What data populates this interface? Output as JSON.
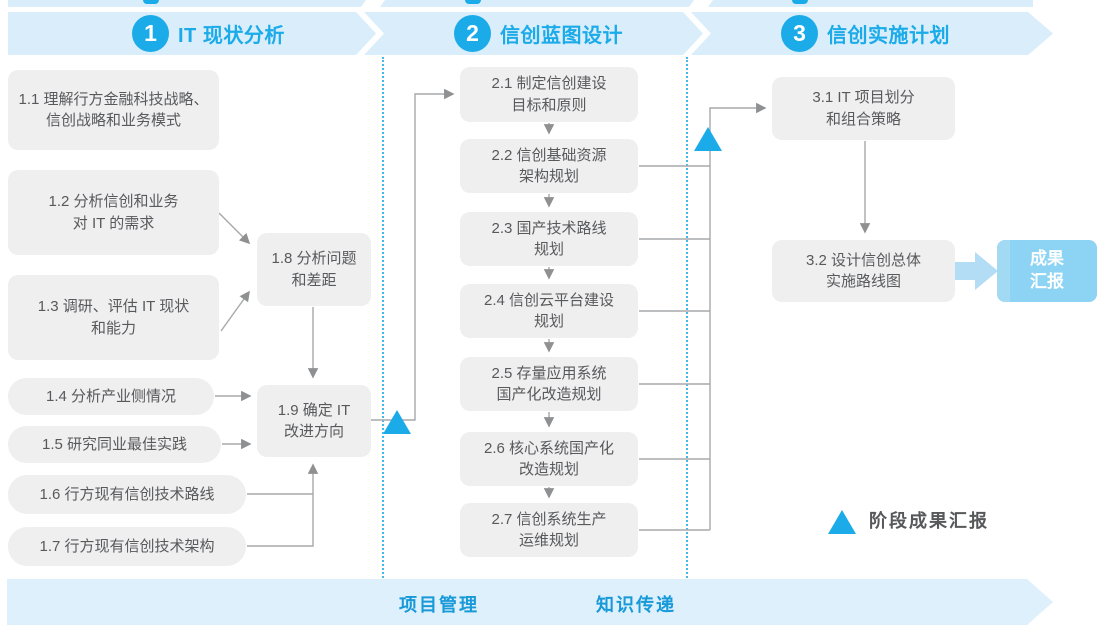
{
  "phases": [
    {
      "number": "1",
      "title": "IT 现状分析"
    },
    {
      "number": "2",
      "title": "信创蓝图设计"
    },
    {
      "number": "3",
      "title": "信创实施计划"
    }
  ],
  "boxes": {
    "b11": {
      "lines": [
        "1.1 理解行方金融科技战略、",
        "信创战略和业务模式"
      ]
    },
    "b12": {
      "lines": [
        "1.2 分析信创和业务",
        "对 IT 的需求"
      ]
    },
    "b13": {
      "lines": [
        "1.3 调研、评估 IT 现状",
        "和能力"
      ]
    },
    "b14": {
      "lines": [
        "1.4 分析产业侧情况"
      ]
    },
    "b15": {
      "lines": [
        "1.5 研究同业最佳实践"
      ]
    },
    "b16": {
      "lines": [
        "1.6 行方现有信创技术路线"
      ]
    },
    "b17": {
      "lines": [
        "1.7 行方现有信创技术架构"
      ]
    },
    "b18": {
      "lines": [
        "1.8 分析问题",
        "和差距"
      ]
    },
    "b19": {
      "lines": [
        "1.9 确定 IT",
        "改进方向"
      ]
    },
    "b21": {
      "lines": [
        "2.1 制定信创建设",
        "目标和原则"
      ]
    },
    "b22": {
      "lines": [
        "2.2 信创基础资源",
        "架构规划"
      ]
    },
    "b23": {
      "lines": [
        "2.3 国产技术路线",
        "规划"
      ]
    },
    "b24": {
      "lines": [
        "2.4 信创云平台建设",
        "规划"
      ]
    },
    "b25": {
      "lines": [
        "2.5 存量应用系统",
        "国产化改造规划"
      ]
    },
    "b26": {
      "lines": [
        "2.6 核心系统国产化",
        "改造规划"
      ]
    },
    "b27": {
      "lines": [
        "2.7 信创系统生产",
        "运维规划"
      ]
    },
    "b31": {
      "lines": [
        "3.1 IT 项目划分",
        "和组合策略"
      ]
    },
    "b32": {
      "lines": [
        "3.2 设计信创总体",
        "实施路线图"
      ]
    }
  },
  "report_box": {
    "lines": [
      "成果",
      "汇报"
    ]
  },
  "legend": {
    "label": "阶段成果汇报",
    "icon": "milestone-triangle"
  },
  "bottom_band": {
    "labels": [
      "项目管理",
      "知识传递"
    ]
  },
  "colors": {
    "accent_blue": "#1babe8",
    "band_light_blue": "#d9edfb",
    "box_gray": "#efeff0",
    "box_text_gray": "#58595b",
    "connector_gray": "#a7a8aa",
    "report_box_fill": "#8dd3f3",
    "report_arrow_fill": "#b3ddf5",
    "bottom_band_fill": "#def0fb",
    "bottom_label_blue": "#1899d8",
    "dotted_line_blue": "#49b7ea"
  }
}
